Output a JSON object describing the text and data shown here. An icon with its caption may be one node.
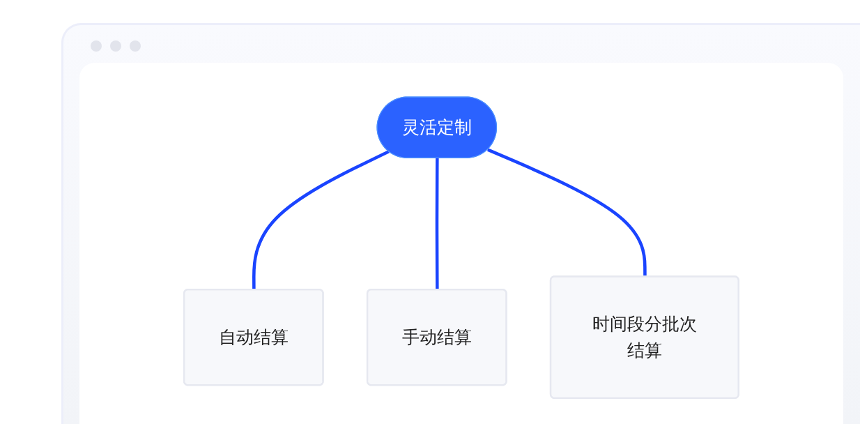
{
  "diagram": {
    "nodes": [
      {
        "text": [
          "灵活定制"
        ]
      },
      {
        "text": [
          "自动结算"
        ]
      },
      {
        "text": [
          "手动结算"
        ]
      },
      {
        "text": [
          "时间段分批次结算"
        ]
      }
    ],
    "edges": [
      {
        "from": 0,
        "to": 1,
        "arrow": "none"
      },
      {
        "from": 0,
        "to": 2,
        "arrow": "none"
      },
      {
        "from": 0,
        "to": 3,
        "arrow": "none"
      }
    ]
  }
}
